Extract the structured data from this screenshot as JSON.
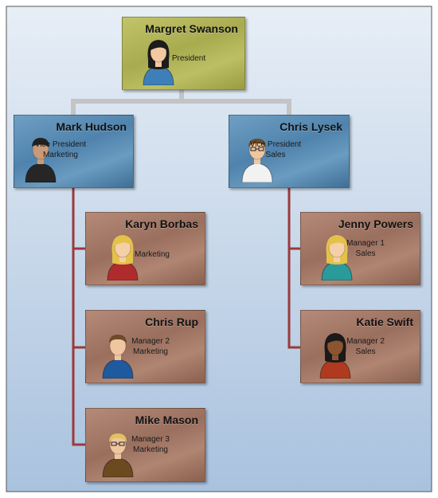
{
  "chart": {
    "people": [
      {
        "id": "margret",
        "name": "Margret Swanson",
        "title_lines": [
          "President"
        ],
        "style": "gold",
        "avatar": "woman-dark-hair-icon"
      },
      {
        "id": "mark",
        "name": "Mark Hudson",
        "title_lines": [
          "Vice President",
          "Marketing"
        ],
        "style": "blue",
        "avatar": "man-black-jacket-icon"
      },
      {
        "id": "chris-l",
        "name": "Chris Lysek",
        "title_lines": [
          "Vice President",
          "Sales"
        ],
        "style": "blue",
        "avatar": "doctor-man-icon"
      },
      {
        "id": "karyn",
        "name": "Karyn Borbas",
        "title_lines": [
          "Marketing"
        ],
        "style": "bronze",
        "avatar": "woman-blonde-icon"
      },
      {
        "id": "jenny",
        "name": "Jenny Powers",
        "title_lines": [
          "Manager 1",
          "Sales"
        ],
        "style": "bronze",
        "avatar": "woman-blonde-teal-icon"
      },
      {
        "id": "chris-r",
        "name": "Chris Rup",
        "title_lines": [
          "Manager 2",
          "Marketing"
        ],
        "style": "bronze",
        "avatar": "man-blue-shirt-icon"
      },
      {
        "id": "katie",
        "name": "Katie Swift",
        "title_lines": [
          "Manager 2",
          "Sales"
        ],
        "style": "bronze",
        "avatar": "woman-dark-skin-icon"
      },
      {
        "id": "mike",
        "name": "Mike Mason",
        "title_lines": [
          "Manager 3",
          "Marketing"
        ],
        "style": "bronze",
        "avatar": "man-glasses-brown-icon"
      }
    ],
    "colors": {
      "background_top": "#e7eef6",
      "background_bottom": "#a9c2de",
      "connector_gray": "#c4c4c4",
      "connector_red": "#9a3a3a"
    }
  }
}
